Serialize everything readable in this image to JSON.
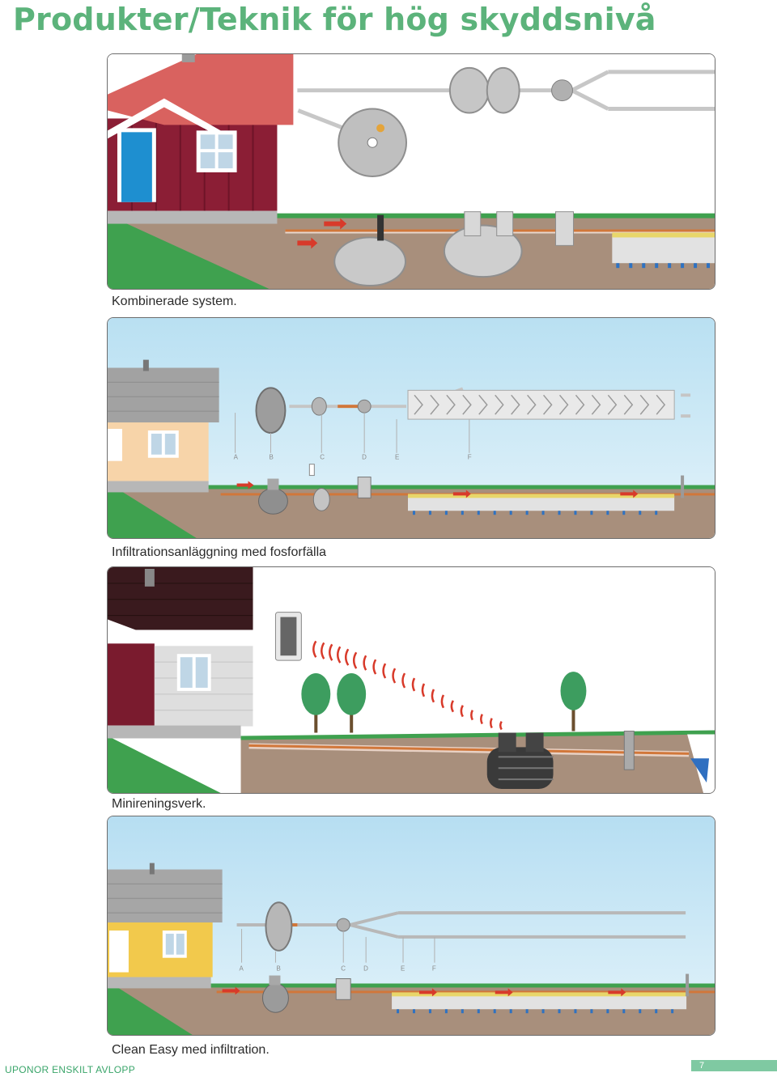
{
  "page": {
    "title": "Produkter/Teknik för hög skyddsnivå",
    "footer_brand": "UPONOR ENSKILT AVLOPP",
    "page_number": "7"
  },
  "colors": {
    "title": "#5cb37b",
    "footer": "#3aa56a",
    "page_tab": "#7fc9a2",
    "sky_white": "#ffffff",
    "sky_blue": "#cfe9f5",
    "grass": "#3fa14f",
    "soil": "#a88f7c",
    "pipe": "#d1773a",
    "flow_arrow": "#d83a2a"
  },
  "figures": [
    {
      "caption": "Kombinerade system.",
      "icons": [
        "house-icon",
        "septic-tank-icon",
        "filter-tank-icon",
        "distribution-well-icon",
        "infiltration-bed-icon"
      ]
    },
    {
      "caption": "Infiltrationsanläggning med fosforfälla",
      "station_labels": [
        "A",
        "B",
        "C",
        "D",
        "E",
        "F"
      ],
      "icons": [
        "house-icon",
        "septic-tank-icon",
        "phosphorus-trap-icon",
        "distribution-well-icon",
        "infiltration-bed-icon"
      ]
    },
    {
      "caption": "Minireningsverk.",
      "icons": [
        "house-icon",
        "alarm-unit-icon",
        "wireless-signal-icon",
        "tree-icon",
        "treatment-plant-icon",
        "outlet-pipe-icon"
      ]
    },
    {
      "caption": "Clean Easy med infiltration.",
      "station_labels": [
        "A",
        "B",
        "C",
        "D",
        "E",
        "F"
      ],
      "icons": [
        "house-icon",
        "clean-easy-unit-icon",
        "distribution-well-icon",
        "infiltration-bed-icon"
      ]
    }
  ]
}
